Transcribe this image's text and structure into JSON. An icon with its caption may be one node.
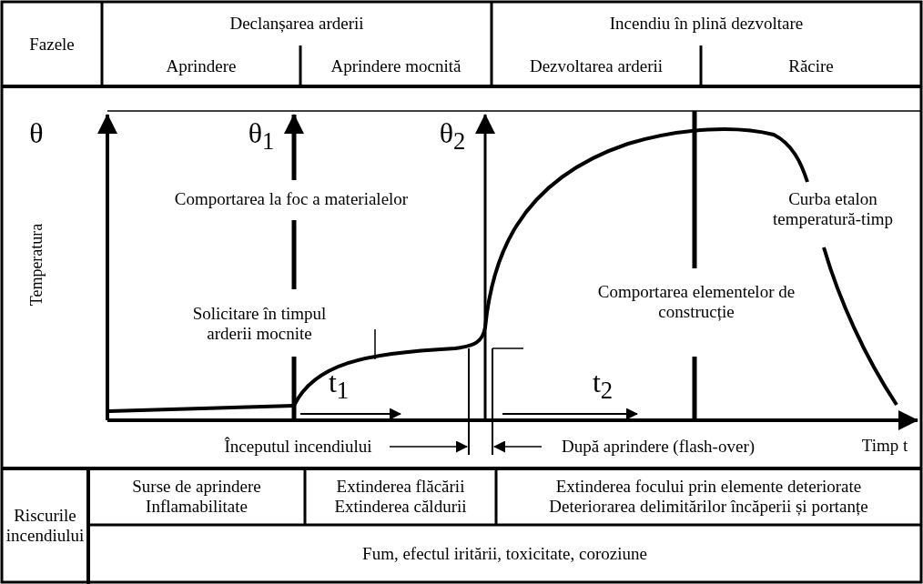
{
  "diagram": {
    "nodes": [
      {
        "text": [
          "Fazele"
        ]
      },
      {
        "text": [
          "Declanșarea arderii"
        ]
      },
      {
        "text": [
          "Aprindere"
        ]
      },
      {
        "text": [
          "Aprindere mocnită"
        ]
      },
      {
        "text": [
          "Incendiu în plină dezvoltare"
        ]
      },
      {
        "text": [
          "Dezvoltarea arderii"
        ]
      },
      {
        "text": [
          "Răcire"
        ]
      },
      {
        "text": [
          "Riscurile incendiului"
        ]
      },
      {
        "text": [
          "Surse de aprindere",
          "Inflamabilitate"
        ]
      },
      {
        "text": [
          "Extinderea flăcării",
          "Extinderea căldurii"
        ]
      },
      {
        "text": [
          "Extinderea focului prin elemente deteriorate",
          "Deteriorarea delimitărilor încăperii și portanțe"
        ]
      },
      {
        "text": [
          "Fum, efectul iritării, toxicitate, coroziune"
        ]
      },
      {
        "text": [
          "Începutul incendiului"
        ]
      },
      {
        "text": [
          "După aprindere (flash-over)"
        ]
      },
      {
        "text": [],
        "shape": "bar"
      },
      {
        "text": [],
        "shape": "bar"
      }
    ],
    "edges": [
      {
        "from": 12,
        "to": 14,
        "arrow": "to"
      },
      {
        "from": 13,
        "to": 15,
        "arrow": "to"
      }
    ],
    "labels": [
      "θ",
      "θ$_{1}$",
      "θ$_{2}$",
      "Comportarea la foc a materialelor",
      "Temperatura",
      "Curba etalon temperatură-timp",
      "Comportarea elementelor de construcție",
      "Solicitare în timpul arderii mocnite",
      "t$_{1}$",
      "t$_{2}$",
      "Timp t"
    ]
  }
}
